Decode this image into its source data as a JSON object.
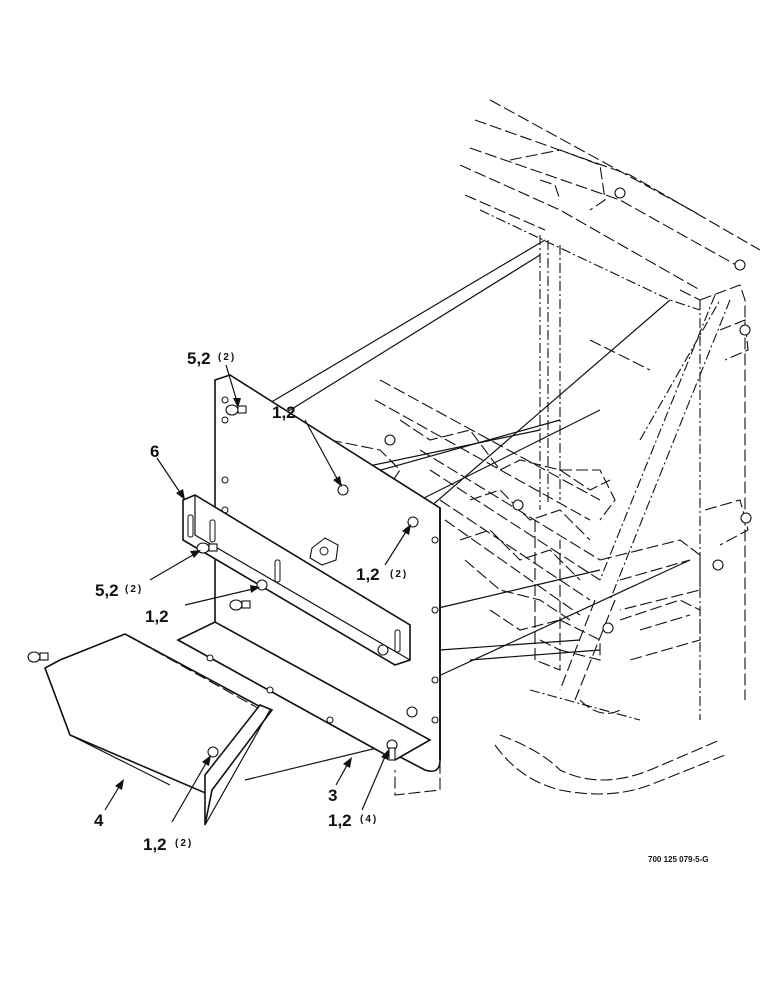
{
  "callouts": {
    "c_52_top": "5,2",
    "c_52_top_qty": "(2)",
    "c_6": "6",
    "c_12_top": "1,2",
    "c_12_right": "1,2",
    "c_12_right_qty": "(2)",
    "c_52_mid": "5,2",
    "c_52_mid_qty": "(2)",
    "c_12_mid": "1,2",
    "c_4": "4",
    "c_12_bottom": "1,2",
    "c_12_bottom_qty": "(2)",
    "c_3": "3",
    "c_12_bottom_right": "1,2",
    "c_12_bottom_right_qty": "(4)"
  },
  "drawing_number": "700 125 079-5-G"
}
